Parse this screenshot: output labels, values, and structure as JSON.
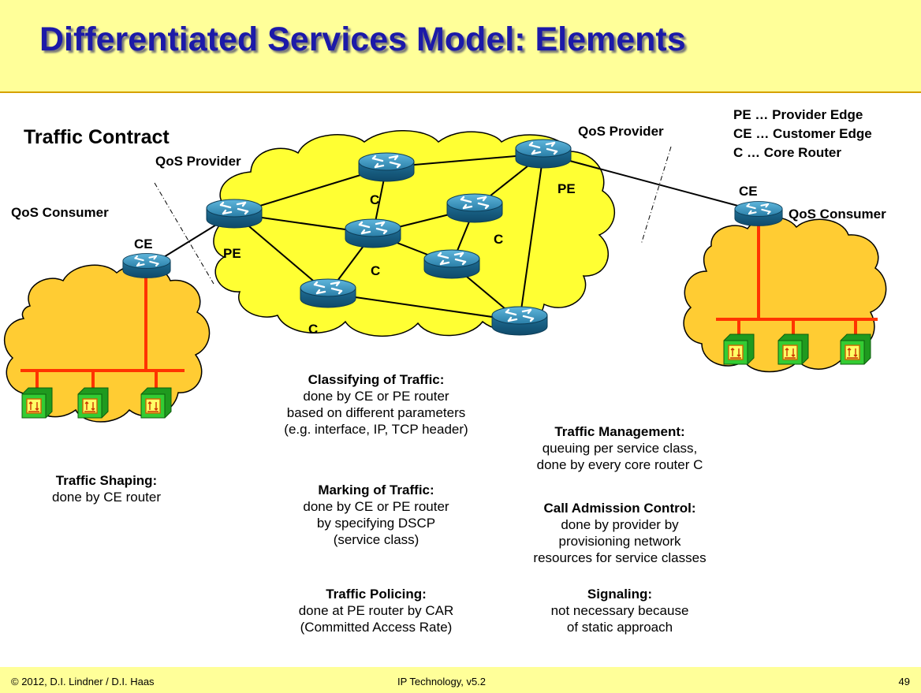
{
  "title": "Differentiated Services Model: Elements",
  "footer": {
    "left": "© 2012, D.I. Lindner / D.I. Haas",
    "center": "IP Technology, v5.2",
    "page": "49"
  },
  "colors": {
    "title_bg": "#ffff99",
    "title_text": "#1c1aa8",
    "provider_cloud": "#ffff33",
    "customer_cloud": "#ffcc33",
    "router": "#2f8db5",
    "lan_line": "#ff3300",
    "host": "#33cc33"
  },
  "diagram": {
    "traffic_contract": "Traffic Contract",
    "qos_provider_left": "QoS Provider",
    "qos_provider_right": "QoS Provider",
    "qos_consumer_left": "QoS Consumer",
    "qos_consumer_right": "QoS Consumer",
    "ce_left": "CE",
    "ce_right": "CE",
    "pe_left": "PE",
    "pe_right": "PE",
    "core_labels": [
      "C",
      "C",
      "C",
      "C"
    ],
    "legend": [
      "PE … Provider Edge",
      "CE … Customer Edge",
      "C … Core Router"
    ]
  },
  "descriptions": {
    "classifying": {
      "heading": "Classifying of Traffic:",
      "lines": [
        "done by CE or PE router",
        "based on different parameters",
        "(e.g. interface, IP, TCP header)"
      ]
    },
    "marking": {
      "heading": "Marking of Traffic:",
      "lines": [
        "done by CE or PE router",
        "by specifying DSCP",
        "(service class)"
      ]
    },
    "policing": {
      "heading": "Traffic Policing:",
      "lines": [
        "done at PE router by CAR",
        "(Committed Access Rate)"
      ]
    },
    "shaping": {
      "heading": "Traffic Shaping:",
      "lines": [
        "done by CE router"
      ]
    },
    "management": {
      "heading": "Traffic Management:",
      "lines": [
        "queuing per service class,",
        "done by every core router C"
      ]
    },
    "cac": {
      "heading": "Call Admission Control:",
      "lines": [
        "done by provider by",
        "provisioning network",
        "resources for service classes"
      ]
    },
    "signaling": {
      "heading": "Signaling:",
      "lines": [
        "not necessary because",
        "of static approach"
      ]
    }
  }
}
